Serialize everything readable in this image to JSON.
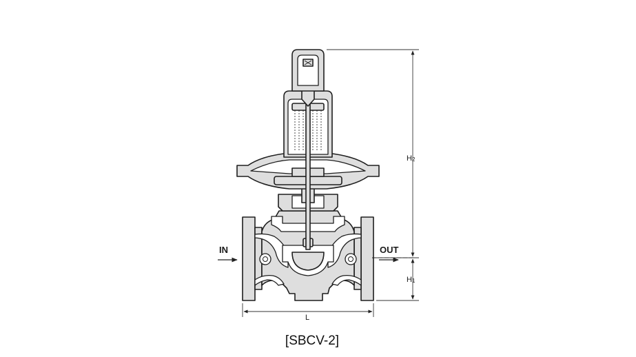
{
  "labels": {
    "inlet": "IN",
    "outlet": "OUT",
    "dim_h2_main": "H",
    "dim_h2_sub": "2",
    "dim_h1_main": "H",
    "dim_h1_sub": "1",
    "dim_l": "L",
    "caption": "[SBCV-2]"
  }
}
